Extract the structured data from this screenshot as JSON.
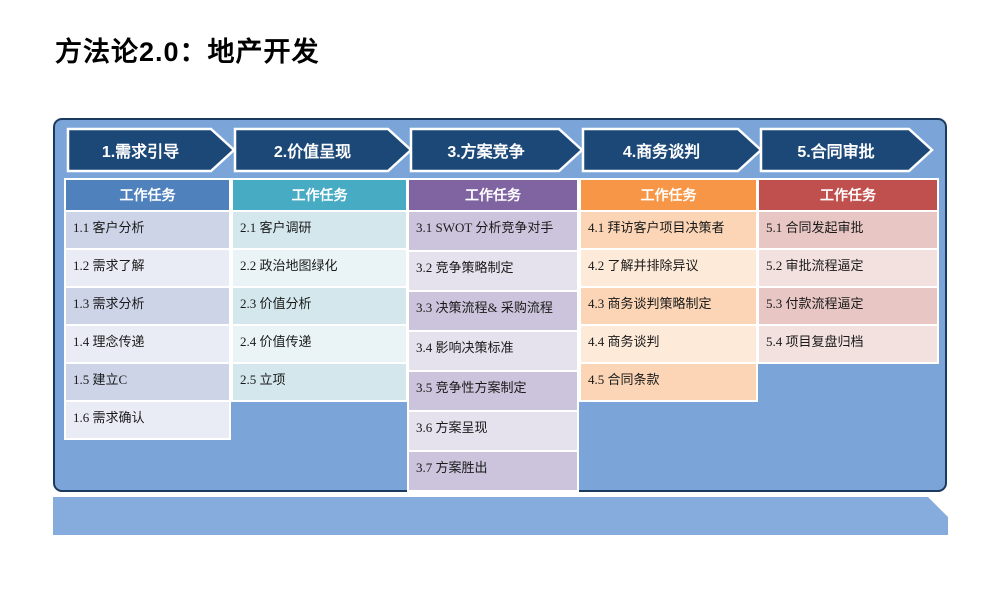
{
  "title": "方法论2.0：地产开发",
  "panel": {
    "background": "#7BA5D9",
    "border_color": "#1B3A5F",
    "band_background": "#85ACDC"
  },
  "arrow_style": {
    "fill": "#1C4878",
    "border": "#FFFFFF",
    "text_color": "#FFFFFF"
  },
  "stages": [
    {
      "arrow_label": "1.需求引导",
      "task_header": "工作任务",
      "accent": "#4F81BD",
      "row_dark": "#CDD4E8",
      "row_light": "#E9ECF5",
      "tasks": [
        "1.1 客户分析",
        "1.2 需求了解",
        "1.3 需求分析",
        "1.4 理念传递",
        "1.5 建立C",
        "1.6 需求确认"
      ]
    },
    {
      "arrow_label": "2.价值呈现",
      "task_header": "工作任务",
      "accent": "#48ABC4",
      "row_dark": "#D3E7ED",
      "row_light": "#EAF4F6",
      "tasks": [
        "2.1 客户调研",
        "2.2 政治地图绿化",
        "2.3 价值分析",
        "2.4 价值传递",
        "2.5 立项"
      ]
    },
    {
      "arrow_label": "3.方案竞争",
      "task_header": "工作任务",
      "accent": "#8064A2",
      "row_dark": "#CBC4DC",
      "row_light": "#E5E1ED",
      "tasks": [
        "3.1 SWOT 分析竞争对手",
        "3.2 竞争策略制定",
        "3.3 决策流程& 采购流程",
        "3.4 影响决策标准",
        "3.5 竞争性方案制定",
        "3.6 方案呈现",
        "3.7 方案胜出"
      ]
    },
    {
      "arrow_label": "4.商务谈判",
      "task_header": "工作任务",
      "accent": "#F79646",
      "row_dark": "#FBD5B5",
      "row_light": "#FDEAD9",
      "tasks": [
        "4.1 拜访客户项目决策者",
        "4.2 了解并排除异议",
        "4.3 商务谈判策略制定",
        "4.4 商务谈判",
        "4.5 合同条款"
      ]
    },
    {
      "arrow_label": "5.合同审批",
      "task_header": "工作任务",
      "accent": "#C0504D",
      "row_dark": "#E7C6C3",
      "row_light": "#F3E1DF",
      "tasks": [
        "5.1 合同发起审批",
        "5.2 审批流程逼定",
        "5.3 付款流程逼定",
        "5.4 项目复盘归档"
      ]
    }
  ]
}
